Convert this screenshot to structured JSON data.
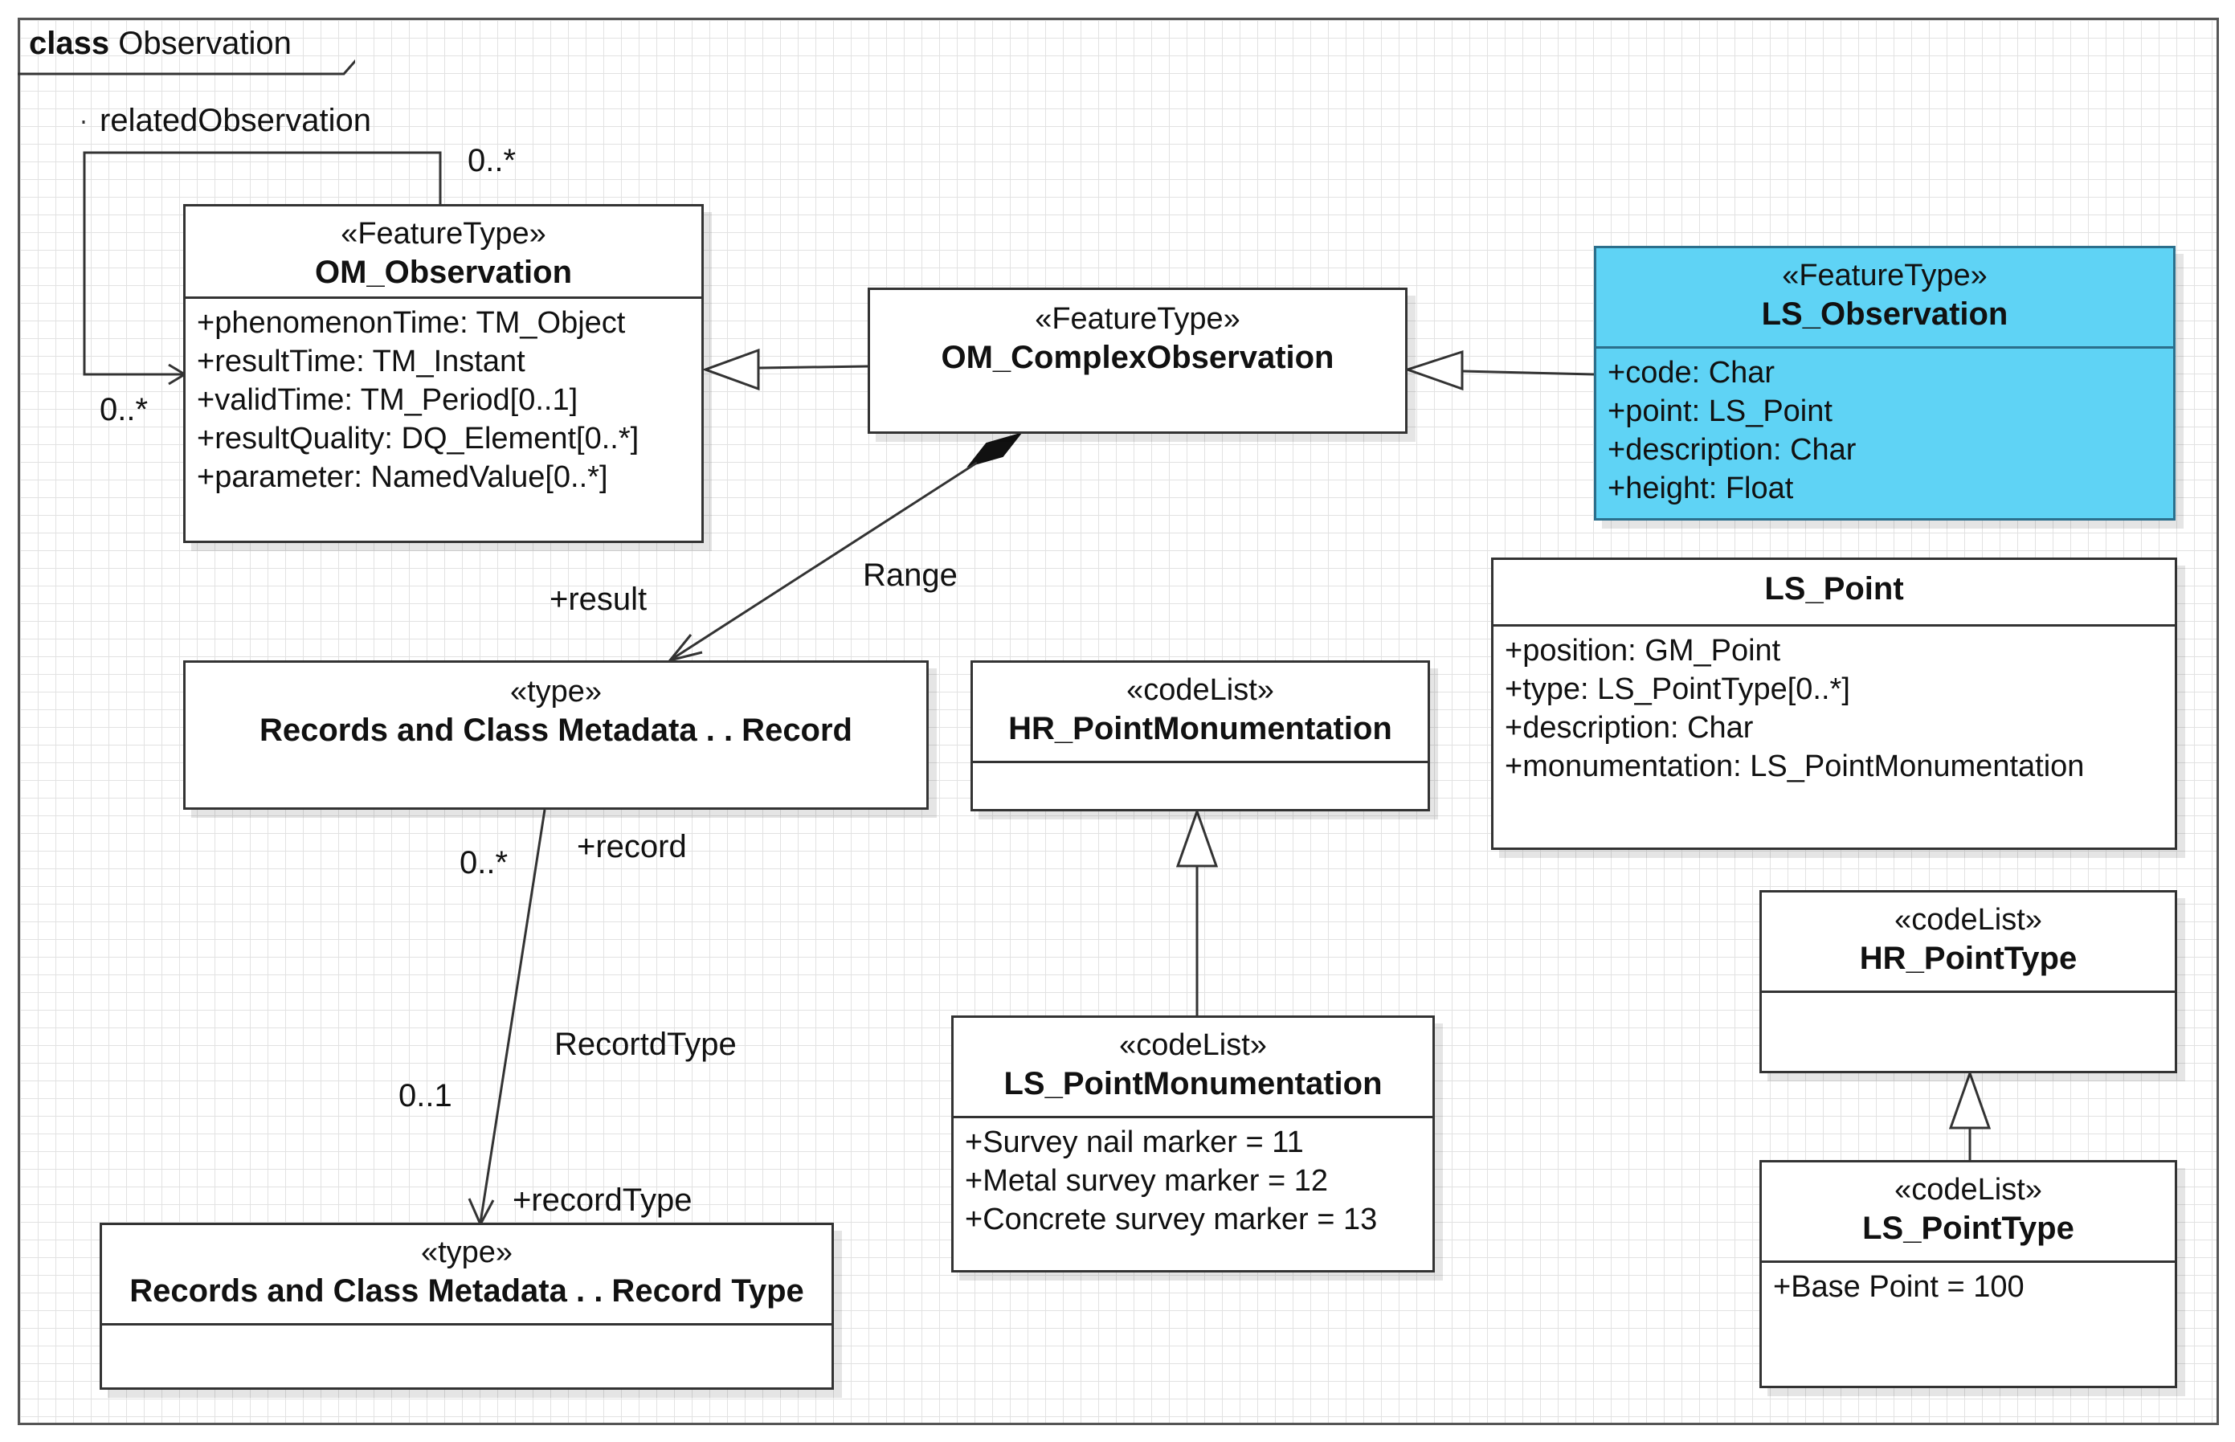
{
  "frame": {
    "keyword": "class",
    "title": "Observation"
  },
  "classes": {
    "om_observation": {
      "stereotype": "«FeatureType»",
      "name": "OM_Observation",
      "attributes": [
        "+phenomenonTime: TM_Object",
        "+resultTime: TM_Instant",
        "+validTime: TM_Period[0..1]",
        "+resultQuality: DQ_Element[0..*]",
        "+parameter: NamedValue[0..*]"
      ]
    },
    "om_complex_observation": {
      "stereotype": "«FeatureType»",
      "name": "OM_ComplexObservation"
    },
    "ls_observation": {
      "stereotype": "«FeatureType»",
      "name": "LS_Observation",
      "attributes": [
        "+code: Char",
        "+point: LS_Point",
        "+description: Char",
        "+height: Float"
      ]
    },
    "ls_point": {
      "name": "LS_Point",
      "attributes": [
        "+position: GM_Point",
        "+type: LS_PointType[0..*]",
        "+description: Char",
        "+monumentation: LS_PointMonumentation"
      ]
    },
    "record": {
      "stereotype": "«type»",
      "name": "Records and Class Metadata . . Record"
    },
    "hr_point_monumentation": {
      "stereotype": "«codeList»",
      "name": "HR_PointMonumentation"
    },
    "ls_point_monumentation": {
      "stereotype": "«codeList»",
      "name": "LS_PointMonumentation",
      "attributes": [
        "+Survey nail marker = 11",
        "+Metal survey marker = 12",
        "+Concrete survey marker = 13"
      ]
    },
    "hr_point_type": {
      "stereotype": "«codeList»",
      "name": "HR_PointType"
    },
    "ls_point_type": {
      "stereotype": "«codeList»",
      "name": "LS_PointType",
      "attributes": [
        "+Base Point = 100"
      ]
    },
    "record_type": {
      "stereotype": "«type»",
      "name": "Records and Class Metadata . . Record Type"
    }
  },
  "labels": {
    "related_observation": "relatedObservation",
    "self_mult_top": "0..*",
    "self_mult_bottom": "0..*",
    "range": "Range",
    "result_role": "+result",
    "record_mult": "0..*",
    "record_role": "+record",
    "recordd_type": "RecortdType",
    "record_type_mult": "0..1",
    "record_type_role": "+recordType"
  },
  "colors": {
    "highlight": "#5fd3f5",
    "border": "#333333",
    "grid": "#e2e2e2"
  }
}
